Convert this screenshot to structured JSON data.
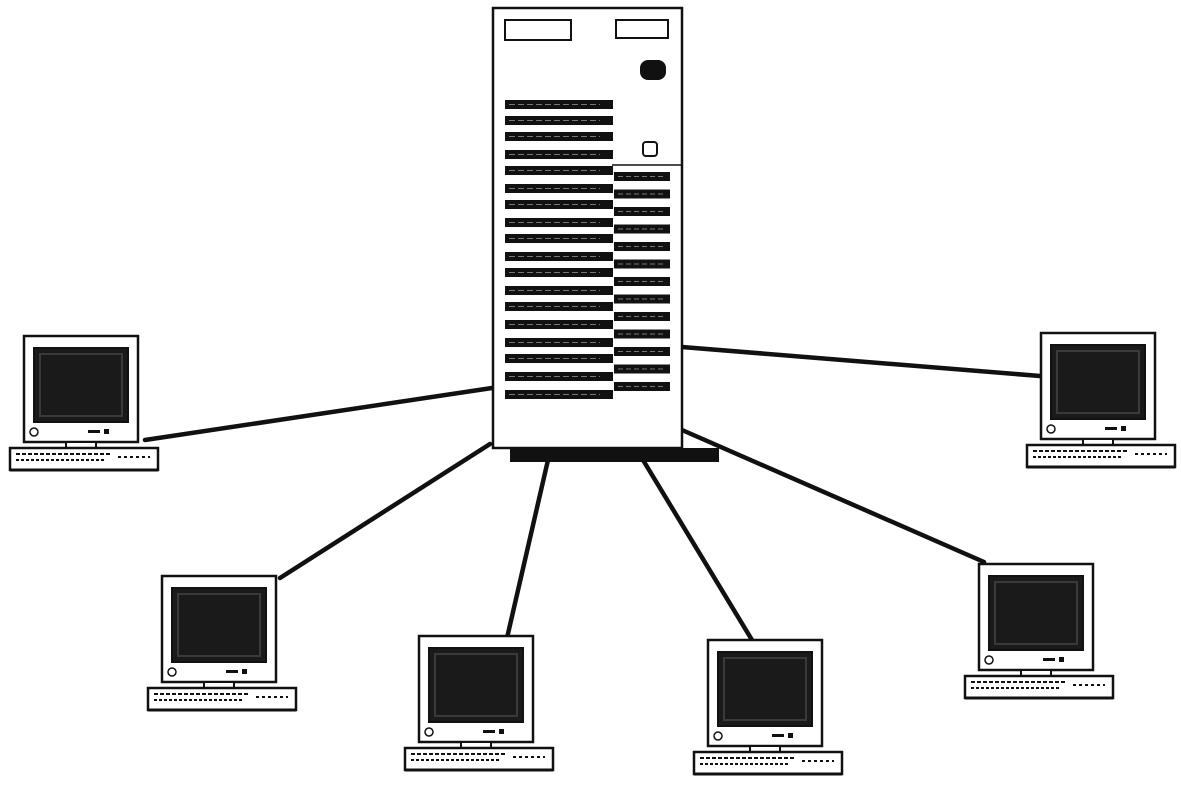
{
  "diagram": {
    "type": "star-network",
    "hub": {
      "name": "server",
      "icon": "server-tower-icon"
    },
    "nodes": [
      {
        "name": "workstation-left",
        "icon": "desktop-computer-icon"
      },
      {
        "name": "workstation-right",
        "icon": "desktop-computer-icon"
      },
      {
        "name": "workstation-bottom-1",
        "icon": "desktop-computer-icon"
      },
      {
        "name": "workstation-bottom-2",
        "icon": "desktop-computer-icon"
      },
      {
        "name": "workstation-bottom-3",
        "icon": "desktop-computer-icon"
      },
      {
        "name": "workstation-bottom-4",
        "icon": "desktop-computer-icon"
      }
    ],
    "links": [
      {
        "from": "server",
        "to": "workstation-left"
      },
      {
        "from": "server",
        "to": "workstation-right"
      },
      {
        "from": "server",
        "to": "workstation-bottom-1"
      },
      {
        "from": "server",
        "to": "workstation-bottom-2"
      },
      {
        "from": "server",
        "to": "workstation-bottom-3"
      },
      {
        "from": "server",
        "to": "workstation-bottom-4"
      }
    ],
    "colors": {
      "ink": "#111111",
      "screen": "#1a1a1a",
      "paper": "#ffffff"
    }
  }
}
